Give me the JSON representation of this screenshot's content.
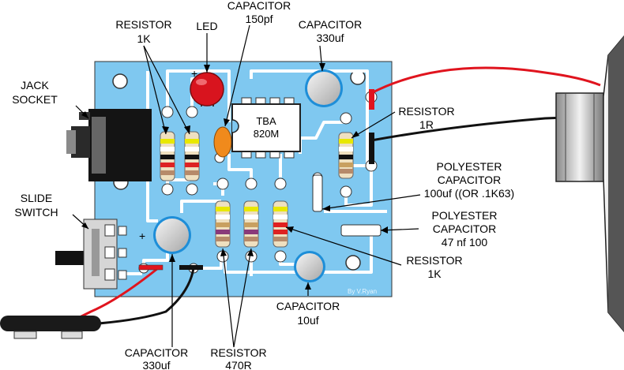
{
  "labels": {
    "capacitor_150pf": [
      "CAPACITOR",
      "150pf"
    ],
    "resistor_1k_top": [
      "RESISTOR",
      "1K"
    ],
    "led": "LED",
    "capacitor_330uf_top": [
      "CAPACITOR",
      "330uf"
    ],
    "jack_socket": [
      "JACK",
      "SOCKET"
    ],
    "resistor_1r": [
      "RESISTOR",
      "1R"
    ],
    "chip": [
      "TBA",
      "820M"
    ],
    "slide_switch": [
      "SLIDE",
      "SWITCH"
    ],
    "polyester_100uf": [
      "POLYESTER",
      "CAPACITOR",
      "100uf ((OR .1K63)"
    ],
    "polyester_47nf": [
      "POLYESTER",
      "CAPACITOR",
      "47 nf 100"
    ],
    "resistor_1k_right": [
      "RESISTOR",
      "1K"
    ],
    "capacitor_10uf": [
      "CAPACITOR",
      "10uf"
    ],
    "capacitor_330uf_bottom": [
      "CAPACITOR",
      "330uf"
    ],
    "resistor_470r": [
      "RESISTOR",
      "470R"
    ],
    "plus_sign": "+",
    "credit": "By V.Ryan"
  },
  "colors": {
    "pcb": "#7fc8f0",
    "track": "#ffffff",
    "wire_red": "#e0141e",
    "wire_black": "#111111"
  }
}
